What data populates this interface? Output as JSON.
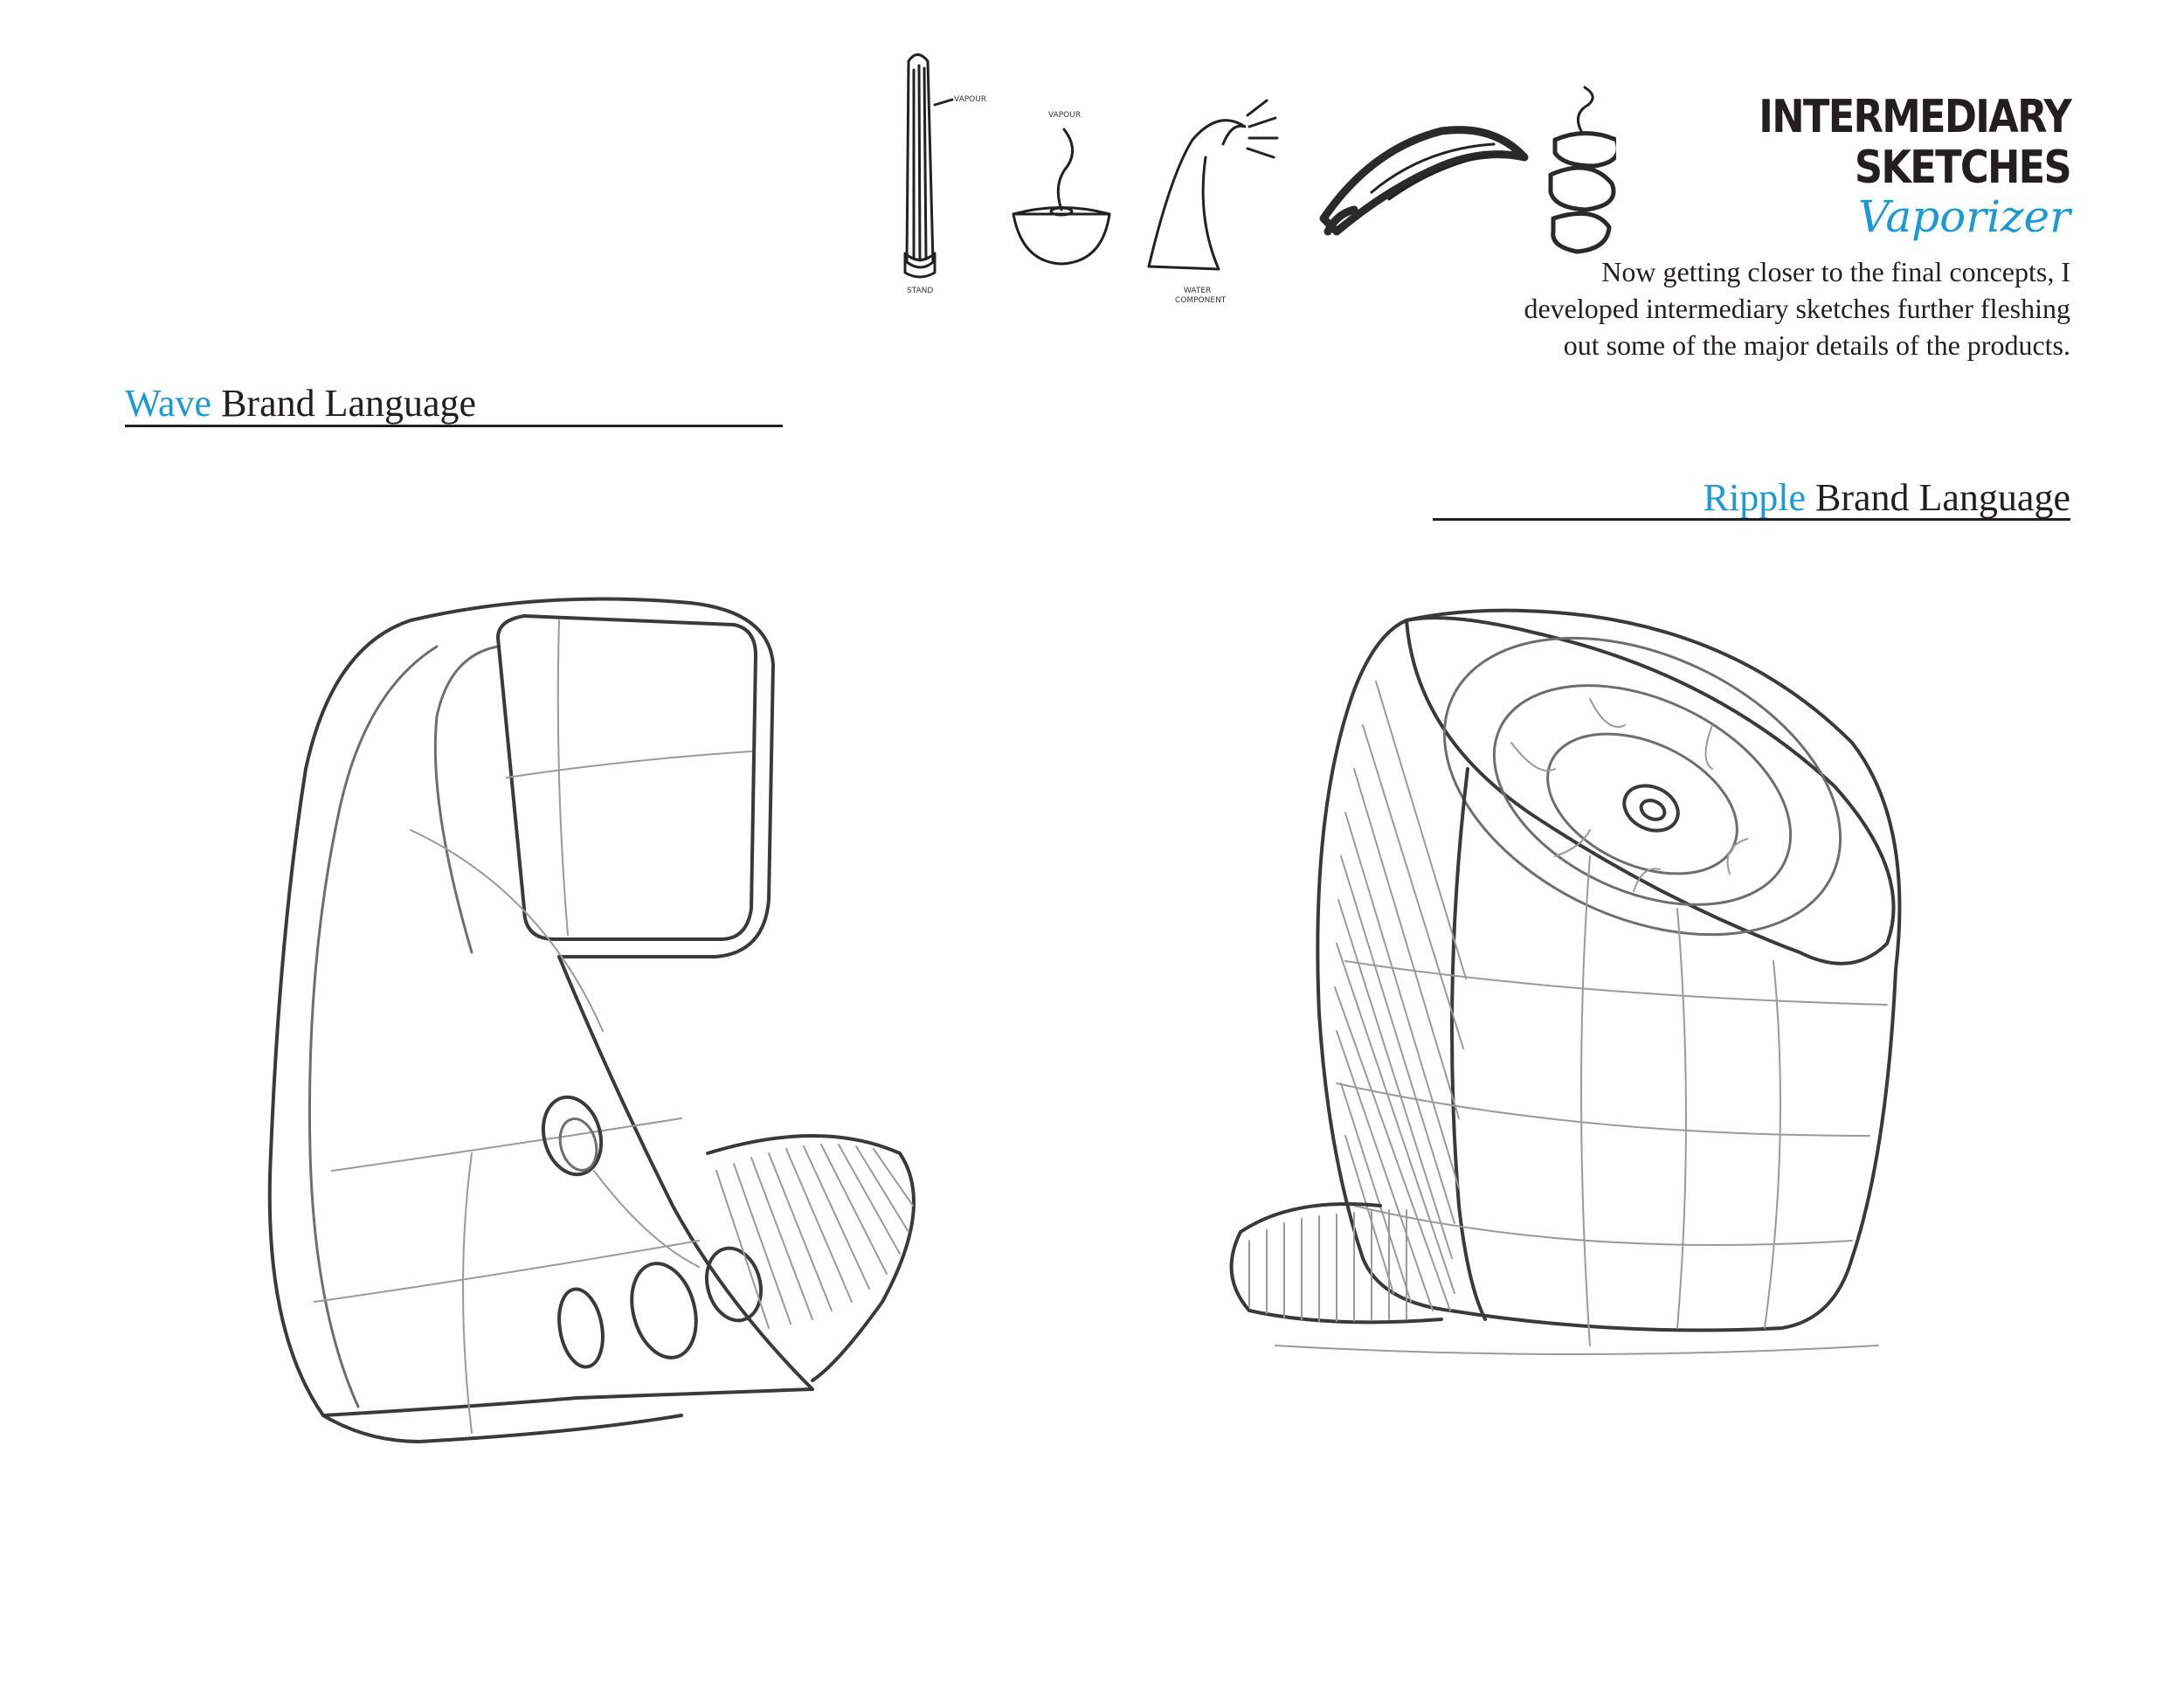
{
  "header": {
    "title_line1": "INTERMEDIARY",
    "title_line2": "SKETCHES",
    "subtitle": "Vaporizer",
    "intro": "Now getting closer to the final concepts, I developed intermediary sketches further fleshing out some of the major details of the products."
  },
  "thumbnails": {
    "labels": {
      "vapour": "VAPOUR",
      "stand": "STAND",
      "vapour_2": "VAPOUR",
      "water_1": "WATER",
      "water_2": "COMPONENT"
    }
  },
  "sections": {
    "wave": {
      "accent": "Wave",
      "rest": " Brand Language"
    },
    "ripple": {
      "accent": "Ripple",
      "rest": " Brand Language"
    }
  },
  "colors": {
    "accent": "#1a9ad6",
    "text": "#231f20"
  },
  "icons": [
    "pencil-sketch-wave-vaporizer",
    "pencil-sketch-ripple-vaporizer"
  ]
}
